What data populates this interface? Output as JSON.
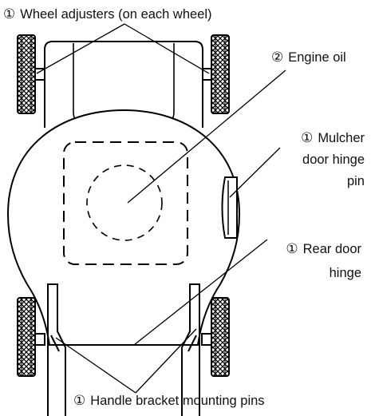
{
  "labels": {
    "wheel_adjusters": {
      "num": "①",
      "text": "Wheel adjusters (on each wheel)"
    },
    "engine_oil": {
      "num": "②",
      "text": "Engine oil"
    },
    "mulcher_hinge": {
      "num": "①",
      "line1": "Mulcher",
      "line2": "door hinge",
      "line3": "pin"
    },
    "rear_door_hinge": {
      "num": "①",
      "line1": "Rear door",
      "line2": "hinge"
    },
    "handle_pins": {
      "num": "①",
      "text": "Handle bracket mounting pins"
    }
  }
}
